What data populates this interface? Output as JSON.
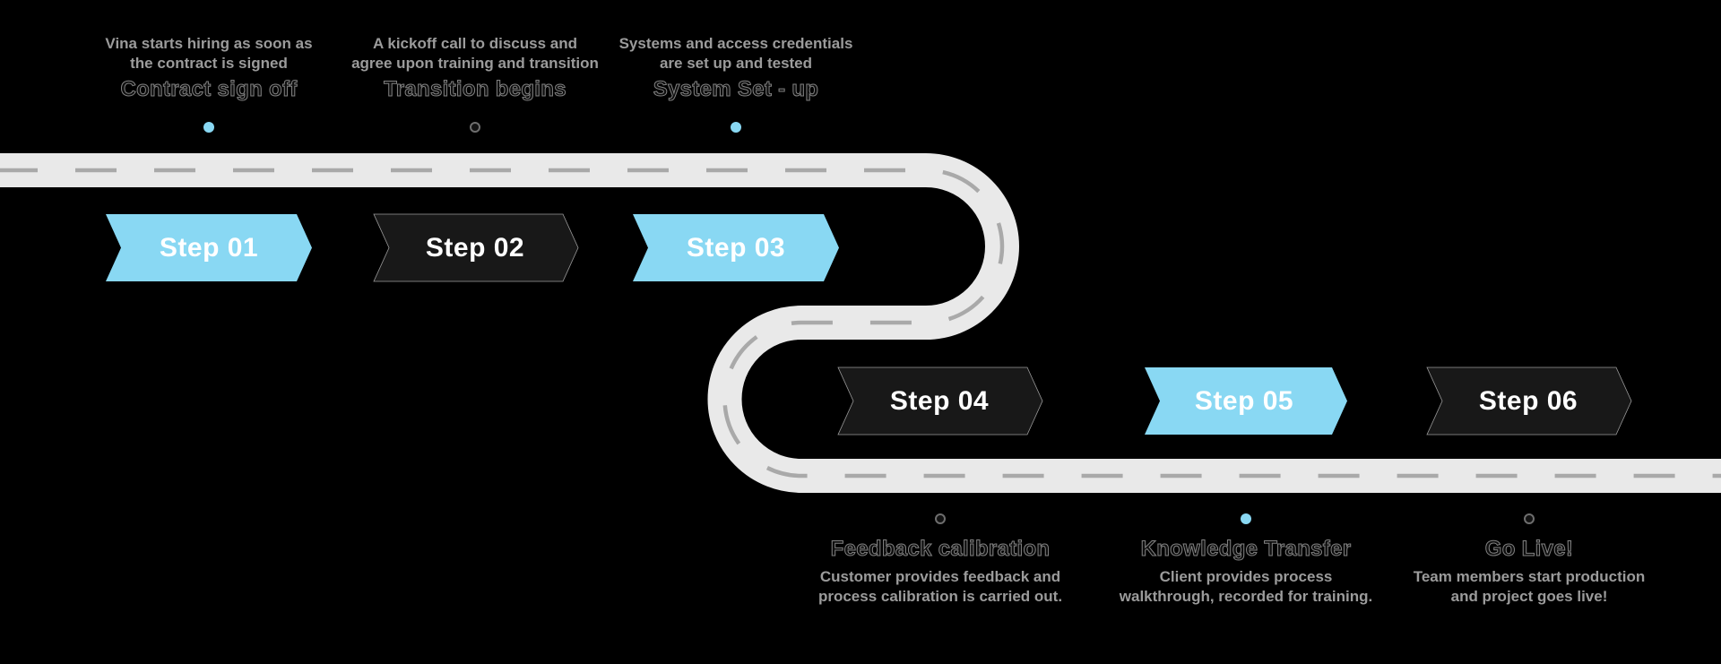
{
  "diagram_type": "process-roadmap",
  "colors": {
    "background": "#000000",
    "road": "#e9e9e9",
    "road_dash": "#a9a9a9",
    "arrow_blue": "#89d8f3",
    "arrow_dark": "#181818",
    "step_label_text": "#ffffff",
    "annotation_title_text": "#0e0e0e",
    "annotation_description_text": "#9b9b9b"
  },
  "steps": [
    {
      "label": "Step 01",
      "arrow_color": "blue",
      "dot_color": "blue",
      "row": "top",
      "title": "Contract sign off",
      "description_line1": "Vina starts hiring as soon as",
      "description_line2": "the contract is signed"
    },
    {
      "label": "Step 02",
      "arrow_color": "dark",
      "dot_color": "dark",
      "row": "top",
      "title": "Transition begins",
      "description_line1": "A kickoff call to discuss and",
      "description_line2": "agree upon training and transition"
    },
    {
      "label": "Step 03",
      "arrow_color": "blue",
      "dot_color": "blue",
      "row": "top",
      "title": "System Set - up",
      "description_line1": "Systems and access credentials",
      "description_line2": "are set up and tested"
    },
    {
      "label": "Step 04",
      "arrow_color": "dark",
      "dot_color": "dark",
      "row": "bottom",
      "title": "Feedback calibration",
      "description_line1": "Customer provides feedback and",
      "description_line2": "process calibration is carried out."
    },
    {
      "label": "Step 05",
      "arrow_color": "blue",
      "dot_color": "blue",
      "row": "bottom",
      "title": "Knowledge Transfer",
      "description_line1": "Client provides process",
      "description_line2": "walkthrough, recorded for training."
    },
    {
      "label": "Step 06",
      "arrow_color": "dark",
      "dot_color": "dark",
      "row": "bottom",
      "title": "Go Live!",
      "description_line1": "Team members start production",
      "description_line2": "and project goes live!"
    }
  ]
}
